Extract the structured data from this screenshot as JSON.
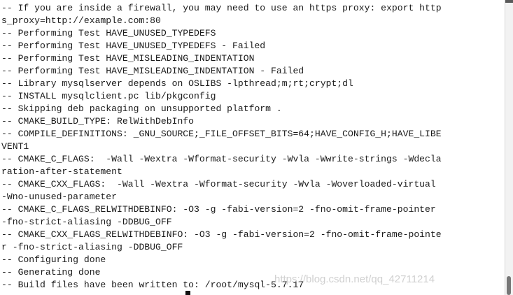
{
  "terminal": {
    "lines": [
      "-- If you are inside a firewall, you may need to use an https proxy: export http",
      "s_proxy=http://example.com:80",
      "-- Performing Test HAVE_UNUSED_TYPEDEFS",
      "-- Performing Test HAVE_UNUSED_TYPEDEFS - Failed",
      "-- Performing Test HAVE_MISLEADING_INDENTATION",
      "-- Performing Test HAVE_MISLEADING_INDENTATION - Failed",
      "-- Library mysqlserver depends on OSLIBS -lpthread;m;rt;crypt;dl",
      "-- INSTALL mysqlclient.pc lib/pkgconfig",
      "-- Skipping deb packaging on unsupported platform .",
      "-- CMAKE_BUILD_TYPE: RelWithDebInfo",
      "-- COMPILE_DEFINITIONS: _GNU_SOURCE;_FILE_OFFSET_BITS=64;HAVE_CONFIG_H;HAVE_LIBE",
      "VENT1",
      "-- CMAKE_C_FLAGS:  -Wall -Wextra -Wformat-security -Wvla -Wwrite-strings -Wdecla",
      "ration-after-statement",
      "-- CMAKE_CXX_FLAGS:  -Wall -Wextra -Wformat-security -Wvla -Woverloaded-virtual",
      "-Wno-unused-parameter",
      "-- CMAKE_C_FLAGS_RELWITHDEBINFO: -O3 -g -fabi-version=2 -fno-omit-frame-pointer",
      "-fno-strict-aliasing -DDBUG_OFF",
      "-- CMAKE_CXX_FLAGS_RELWITHDEBINFO: -O3 -g -fabi-version=2 -fno-omit-frame-pointe",
      "r -fno-strict-aliasing -DDBUG_OFF",
      "-- Configuring done",
      "-- Generating done",
      "-- Build files have been written to: /root/mysql-5.7.17"
    ]
  },
  "watermark": {
    "text": "https://blog.csdn.net/qq_42711214"
  }
}
